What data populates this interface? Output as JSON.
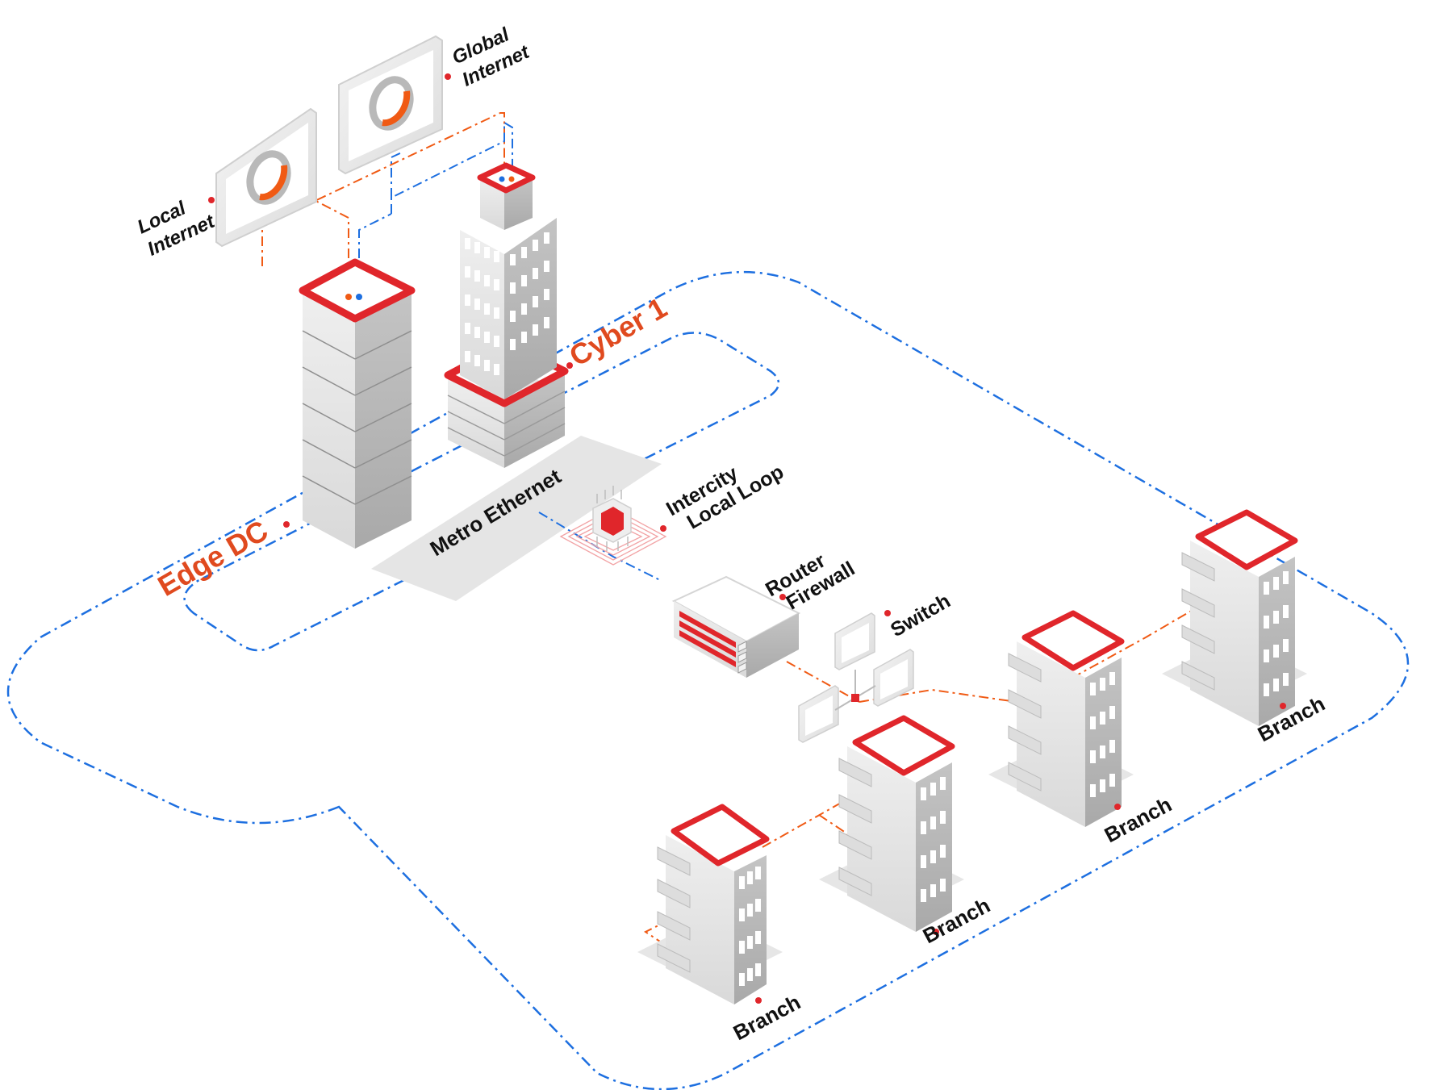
{
  "colors": {
    "accent": "#e04a1f",
    "brand_red": "#e0262b",
    "network_blue": "#1d6fe0",
    "link_orange": "#f05a14",
    "ground": "#e5e5e5",
    "text": "#111111"
  },
  "labels": {
    "local_internet": [
      "Local",
      "Internet"
    ],
    "global_internet": [
      "Global",
      "Internet"
    ],
    "edge_dc": "Edge DC",
    "cyber1": "Cyber 1",
    "metro_ethernet": "Metro Ethernet",
    "intercity": [
      "Intercity",
      "Local Loop"
    ],
    "router": [
      "Router",
      "Firewall"
    ],
    "switch": "Switch",
    "branch": "Branch"
  },
  "nodes": [
    {
      "id": "local-internet",
      "type": "monitor",
      "label_key": "local_internet",
      "icon": "ring-icon"
    },
    {
      "id": "global-internet",
      "type": "monitor",
      "label_key": "global_internet",
      "icon": "ring-icon"
    },
    {
      "id": "edge-dc",
      "type": "datacenter",
      "label_key": "edge_dc"
    },
    {
      "id": "cyber-1",
      "type": "tower",
      "label_key": "cyber1"
    },
    {
      "id": "intercity-local-loop",
      "type": "chip",
      "label_key": "intercity",
      "icon": "chip-icon"
    },
    {
      "id": "router-firewall",
      "type": "router",
      "label_key": "router",
      "icon": "router-icon"
    },
    {
      "id": "switch",
      "type": "switch",
      "label_key": "switch",
      "icon": "switch-icon"
    },
    {
      "id": "branch-1",
      "type": "branch",
      "label_key": "branch"
    },
    {
      "id": "branch-2",
      "type": "branch",
      "label_key": "branch"
    },
    {
      "id": "branch-3",
      "type": "branch",
      "label_key": "branch"
    },
    {
      "id": "branch-4",
      "type": "branch",
      "label_key": "branch"
    }
  ]
}
